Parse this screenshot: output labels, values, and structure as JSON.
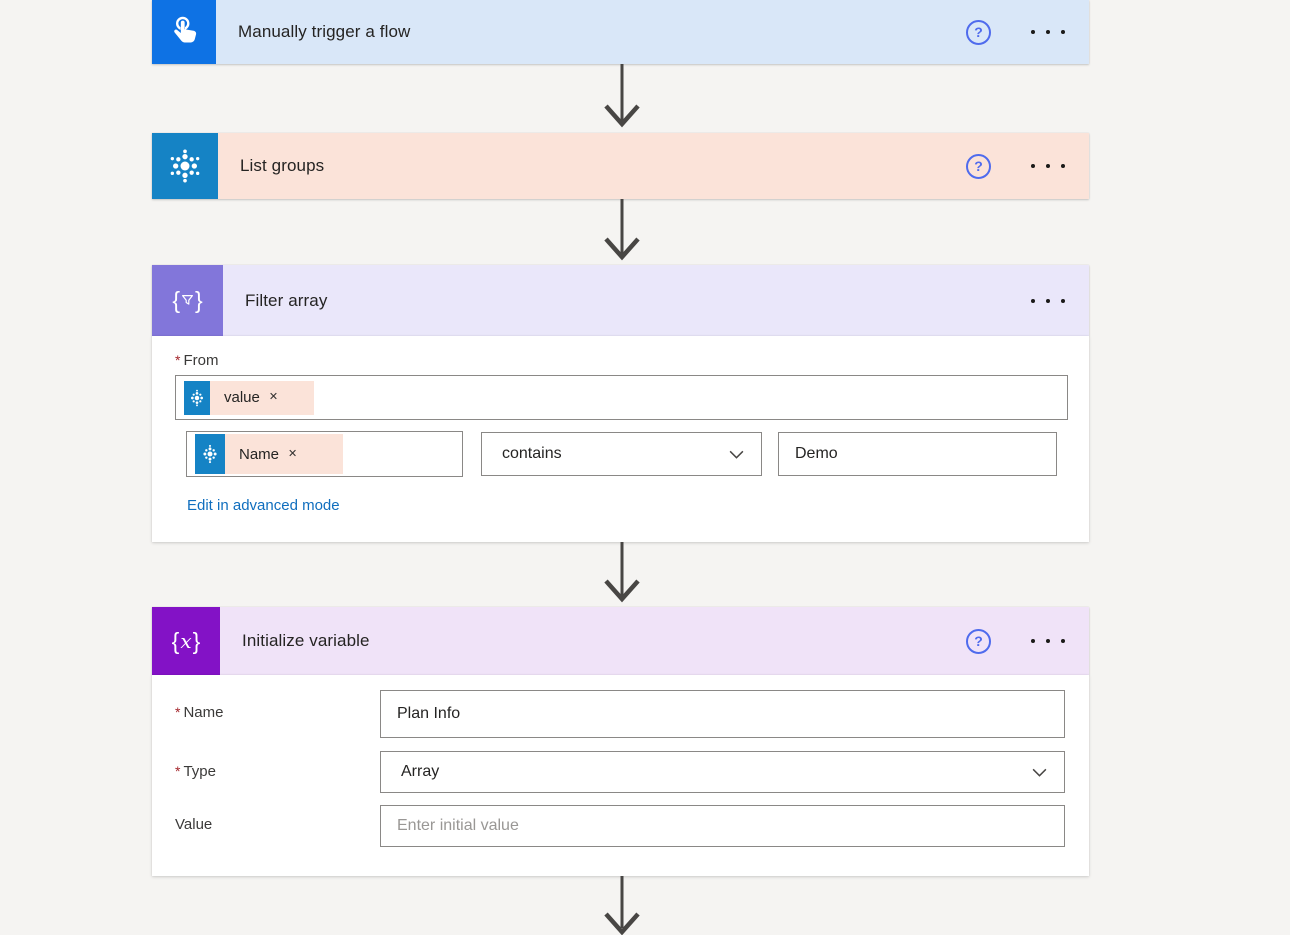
{
  "colors": {
    "page_bg": "#f5f4f2",
    "manual_trigger_accent": "#0e72e4",
    "manual_trigger_header_bg": "#d9e7f8",
    "list_groups_accent": "#1583c5",
    "list_groups_header_bg": "#fbe3d9",
    "filter_array_accent": "#8276da",
    "filter_array_header_bg": "#eae7fa",
    "initialize_variable_accent": "#8312c6",
    "initialize_variable_header_bg": "#f0e3f8",
    "token_chip_bg": "#fbe3d9",
    "link": "#106ebe",
    "help_icon": "#4f6bed",
    "arrow": "#484644"
  },
  "icons": {
    "help": "?",
    "close": "✕",
    "brace_open": "{",
    "brace_close": "}",
    "variable_x": "x"
  },
  "cards": [
    {
      "title": "Manually trigger a flow"
    },
    {
      "title": "List groups"
    },
    {
      "title": "Filter array"
    },
    {
      "title": "Initialize variable"
    }
  ],
  "filter": {
    "required_mark": "*",
    "from_label": "From",
    "from_token_label": "value",
    "condition_token_label": "Name",
    "operator_value": "contains",
    "comparison_value": "Demo",
    "advanced_link_label": "Edit in advanced mode"
  },
  "initialize_variable": {
    "required_mark": "*",
    "name_label": "Name",
    "name_value": "Plan Info",
    "type_label": "Type",
    "type_value": "Array",
    "value_label": "Value",
    "value_placeholder": "Enter initial value"
  }
}
